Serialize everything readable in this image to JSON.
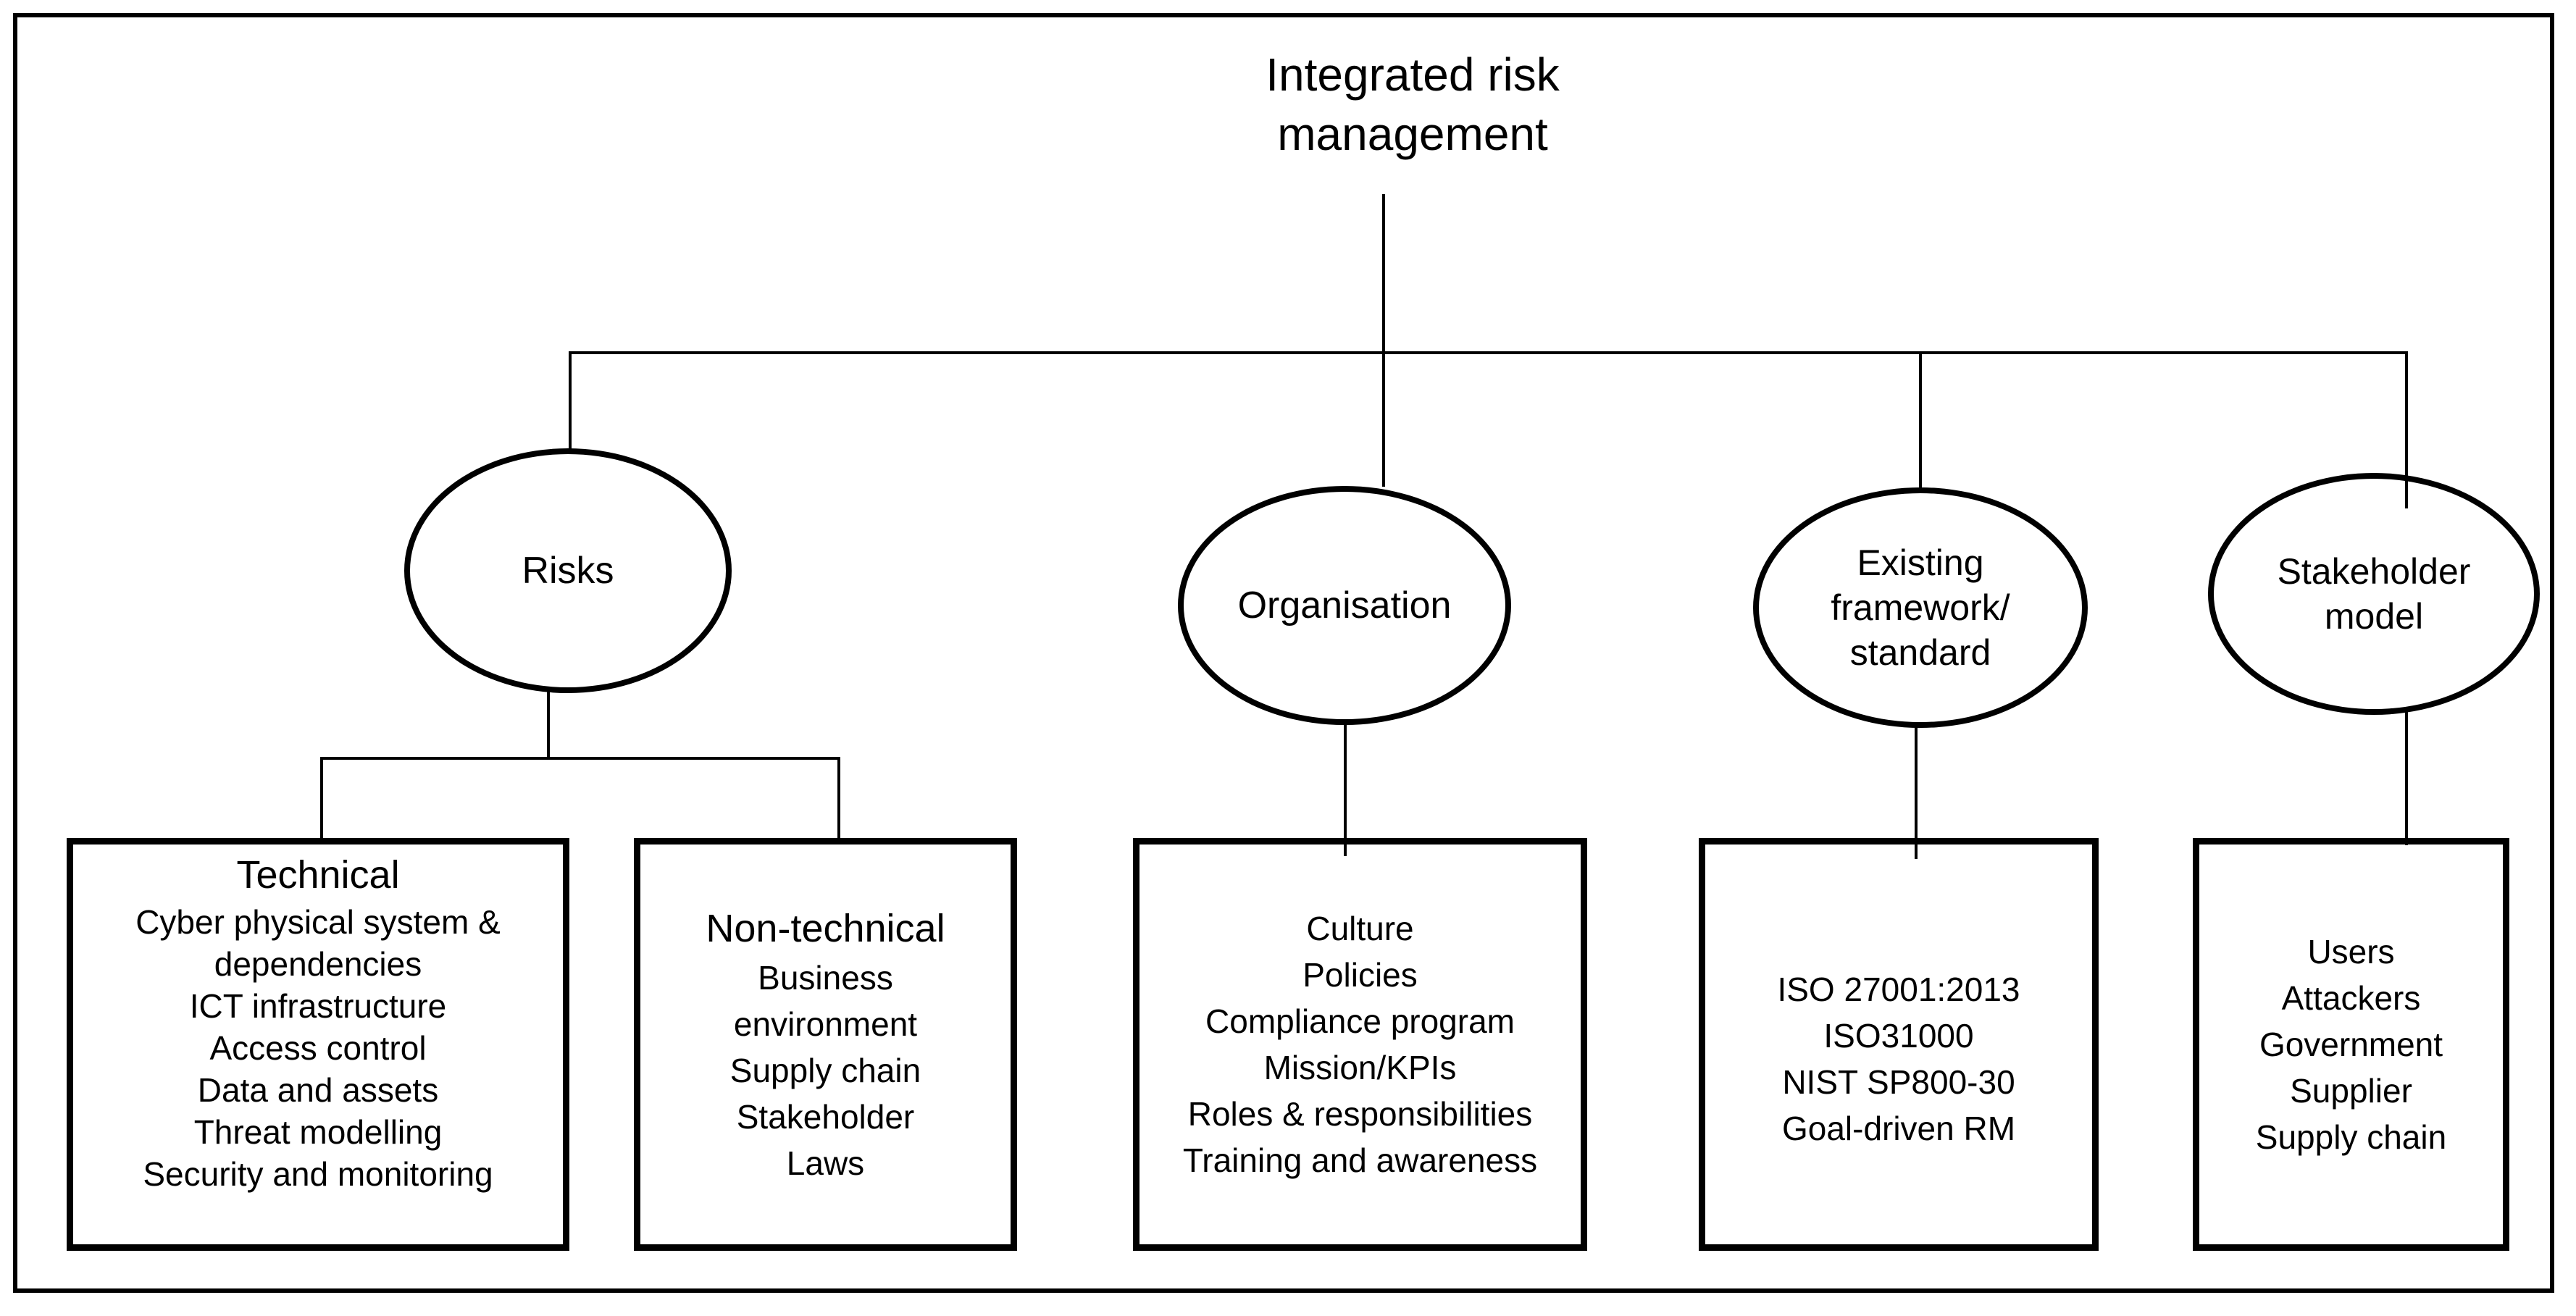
{
  "title": {
    "lines": [
      "Integrated risk",
      "management"
    ]
  },
  "ellipses": {
    "risks": {
      "lines": [
        "Risks"
      ]
    },
    "organisation": {
      "lines": [
        "Organisation"
      ]
    },
    "framework": {
      "lines": [
        "Existing",
        "framework/",
        "standard"
      ]
    },
    "stakeholder": {
      "lines": [
        "Stakeholder",
        "model"
      ]
    }
  },
  "boxes": {
    "technical": {
      "title": "Technical",
      "items": [
        "Cyber physical system  &",
        "dependencies",
        "ICT infrastructure",
        "Access control",
        "Data and assets",
        "Threat modelling",
        "Security and monitoring"
      ]
    },
    "non_technical": {
      "title": "Non-technical",
      "items": [
        "Business",
        "environment",
        "Supply chain",
        "Stakeholder",
        "Laws"
      ]
    },
    "organisation": {
      "items": [
        "Culture",
        "Policies",
        "Compliance program",
        "Mission/KPIs",
        "Roles & responsibilities",
        "Training and awareness"
      ]
    },
    "framework": {
      "items": [
        "ISO 27001:2013",
        "ISO31000",
        "NIST SP800-30",
        "Goal-driven RM"
      ]
    },
    "stakeholder": {
      "items": [
        "Users",
        "Attackers",
        "Government",
        "Supplier",
        "Supply chain"
      ]
    }
  },
  "colors": {
    "ink": "#000000",
    "paper": "#ffffff"
  }
}
